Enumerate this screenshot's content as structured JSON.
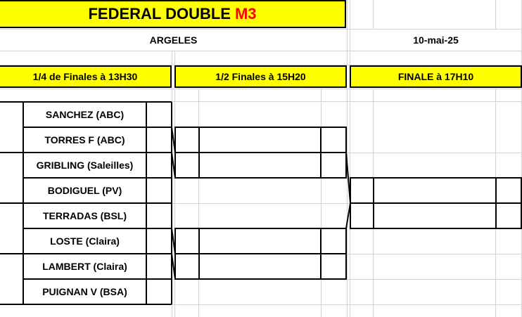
{
  "header": {
    "title_main": "FEDERAL DOUBLE",
    "title_accent": "M3",
    "venue": "ARGELES",
    "date": "10-mai-25"
  },
  "rounds": [
    {
      "label": "1/4 de Finales à 13H30"
    },
    {
      "label": "1/2 Finales à 15H20"
    },
    {
      "label": "FINALE à 17H10"
    }
  ],
  "teams": [
    {
      "name": "SANCHEZ (ABC)"
    },
    {
      "name": "TORRES F (ABC)"
    },
    {
      "name": "GRIBLING (Saleilles)"
    },
    {
      "name": "BODIGUEL (PV)"
    },
    {
      "name": "TERRADAS (BSL)"
    },
    {
      "name": "LOSTE (Claira)"
    },
    {
      "name": "LAMBERT (Claira)"
    },
    {
      "name": "PUIGNAN V (BSA)"
    }
  ],
  "colors": {
    "highlight": "#ffff00",
    "accent": "#ff0000",
    "gridline": "#d4d4d4",
    "border": "#000000"
  }
}
